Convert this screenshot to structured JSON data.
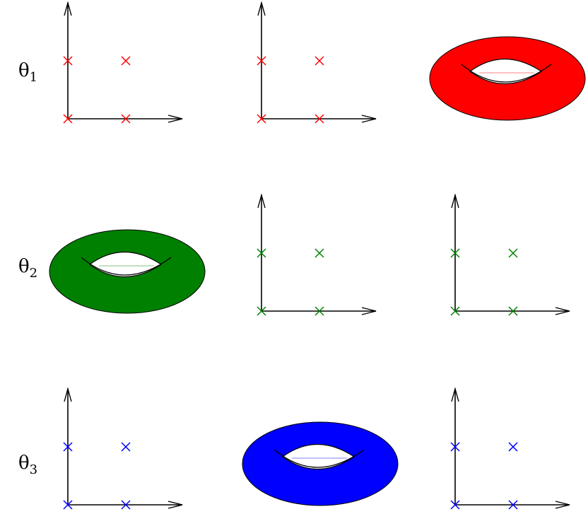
{
  "rows": [
    {
      "id": "theta1",
      "label_symbol": "θ",
      "label_subscript": "1",
      "color": "#ff0000",
      "cells": [
        "grid",
        "grid",
        "torus"
      ]
    },
    {
      "id": "theta2",
      "label_symbol": "θ",
      "label_subscript": "2",
      "color": "#008000",
      "cells": [
        "torus",
        "grid",
        "grid"
      ]
    },
    {
      "id": "theta3",
      "label_symbol": "θ",
      "label_subscript": "3",
      "color": "#0000ff",
      "cells": [
        "grid",
        "torus",
        "grid"
      ]
    }
  ],
  "lattice_points": [
    [
      0,
      0
    ],
    [
      1,
      0
    ],
    [
      0,
      1
    ],
    [
      1,
      1
    ]
  ],
  "marker": "cross"
}
